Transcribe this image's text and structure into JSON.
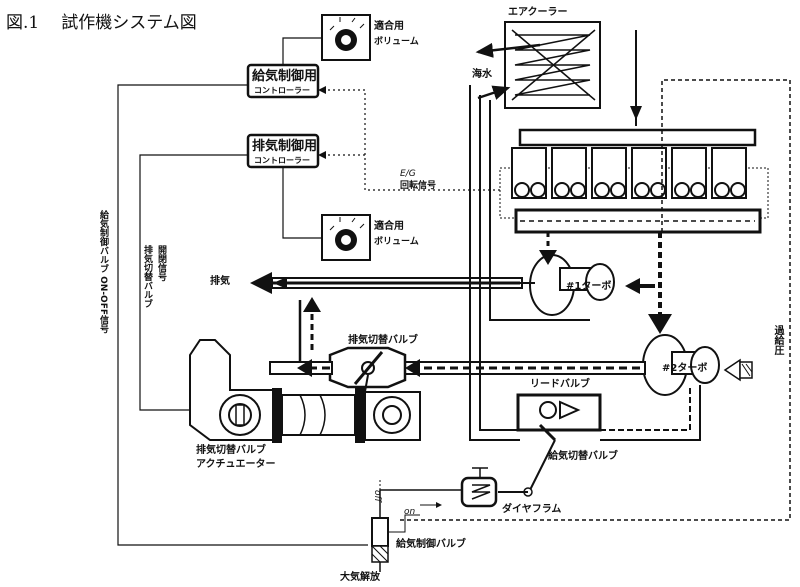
{
  "title": {
    "number": "図.1",
    "text": "試作機システム図"
  },
  "labels": {
    "air_cooler": "エアクーラー",
    "seawater": "海水",
    "supply_controller_1": "給気制御用",
    "supply_controller_2": "コントローラー",
    "exhaust_controller_1": "排気制御用",
    "exhaust_controller_2": "コントローラー",
    "adjust_vol_top_1": "適合用",
    "adjust_vol_top_2": "ボリューム",
    "adjust_vol_bottom_1": "適合用",
    "adjust_vol_bottom_2": "ボリューム",
    "eg_rpm_1": "E/G",
    "eg_rpm_2": "回転信号",
    "exhaust": "排気",
    "turbo1": "#1ターボ",
    "turbo2": "#2ターボ",
    "boost_pressure": "過給圧",
    "exhaust_switch_valve": "排気切替バルブ",
    "exhaust_switch_actuator_1": "排気切替バルブ",
    "exhaust_switch_actuator_2": "アクチュエーター",
    "reed_valve": "リードバルブ",
    "supply_switch_valve": "給気切替バルブ",
    "diaphragm": "ダイヤフラム",
    "supply_control_valve": "給気制御バルブ",
    "atmosphere_release": "大気解放",
    "off": "off",
    "on": "on",
    "supply_valve_signal": "給気制御バルブ ON-OFF信号",
    "exhaust_valve_signal_1": "排気切替バルブ",
    "exhaust_valve_signal_2": "開閉信号"
  }
}
